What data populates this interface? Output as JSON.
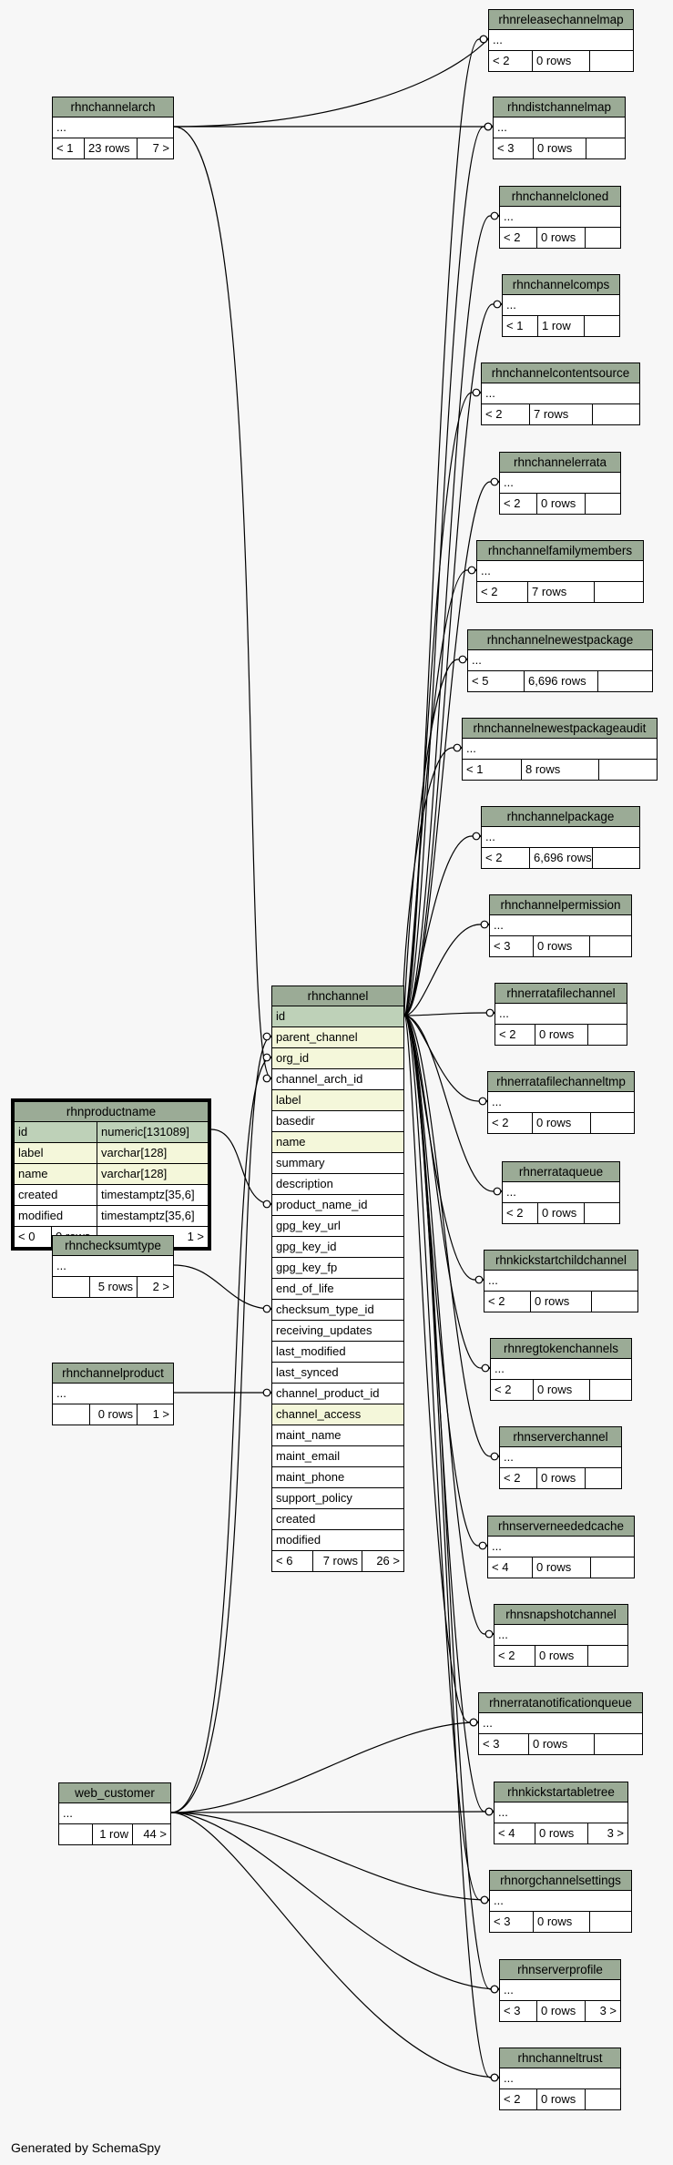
{
  "footer": "Generated by SchemaSpy",
  "main_table": {
    "name": "rhnchannel",
    "columns": [
      {
        "name": "id",
        "kind": "pk"
      },
      {
        "name": "parent_channel",
        "kind": "idx"
      },
      {
        "name": "org_id",
        "kind": "idx"
      },
      {
        "name": "channel_arch_id",
        "kind": "plain"
      },
      {
        "name": "label",
        "kind": "idx"
      },
      {
        "name": "basedir",
        "kind": "plain"
      },
      {
        "name": "name",
        "kind": "idx"
      },
      {
        "name": "summary",
        "kind": "plain"
      },
      {
        "name": "description",
        "kind": "plain"
      },
      {
        "name": "product_name_id",
        "kind": "plain"
      },
      {
        "name": "gpg_key_url",
        "kind": "plain"
      },
      {
        "name": "gpg_key_id",
        "kind": "plain"
      },
      {
        "name": "gpg_key_fp",
        "kind": "plain"
      },
      {
        "name": "end_of_life",
        "kind": "plain"
      },
      {
        "name": "checksum_type_id",
        "kind": "plain"
      },
      {
        "name": "receiving_updates",
        "kind": "plain"
      },
      {
        "name": "last_modified",
        "kind": "plain"
      },
      {
        "name": "last_synced",
        "kind": "plain"
      },
      {
        "name": "channel_product_id",
        "kind": "plain"
      },
      {
        "name": "channel_access",
        "kind": "idx"
      },
      {
        "name": "maint_name",
        "kind": "plain"
      },
      {
        "name": "maint_email",
        "kind": "plain"
      },
      {
        "name": "maint_phone",
        "kind": "plain"
      },
      {
        "name": "support_policy",
        "kind": "plain"
      },
      {
        "name": "created",
        "kind": "plain"
      },
      {
        "name": "modified",
        "kind": "plain"
      }
    ],
    "footer": [
      "< 6",
      "7 rows",
      "26 >"
    ]
  },
  "productname": {
    "name": "rhnproductname",
    "rows": [
      {
        "name": "id",
        "type": "numeric[131089]",
        "kind": "pk"
      },
      {
        "name": "label",
        "type": "varchar[128]",
        "kind": "idx"
      },
      {
        "name": "name",
        "type": "varchar[128]",
        "kind": "idx"
      },
      {
        "name": "created",
        "type": "timestamptz[35,6]",
        "kind": "plain"
      },
      {
        "name": "modified",
        "type": "timestamptz[35,6]",
        "kind": "plain"
      }
    ],
    "footer": [
      "< 0",
      "0 rows",
      "1 >"
    ]
  },
  "left_tables": [
    {
      "name": "rhnchannelarch",
      "dots": "...",
      "footer": [
        "< 1",
        "23 rows",
        "7 >"
      ]
    },
    {
      "name": "rhnchecksumtype",
      "dots": "...",
      "footer": [
        "",
        "5 rows",
        "2 >"
      ]
    },
    {
      "name": "rhnchannelproduct",
      "dots": "...",
      "footer": [
        "",
        "0 rows",
        "1 >"
      ]
    },
    {
      "name": "web_customer",
      "dots": "...",
      "footer": [
        "",
        "1 row",
        "44 >"
      ]
    }
  ],
  "right_tables": [
    {
      "name": "rhnreleasechannelmap",
      "dots": "...",
      "footer": [
        "< 2",
        "0 rows",
        ""
      ]
    },
    {
      "name": "rhndistchannelmap",
      "dots": "...",
      "footer": [
        "< 3",
        "0 rows",
        ""
      ]
    },
    {
      "name": "rhnchannelcloned",
      "dots": "...",
      "footer": [
        "< 2",
        "0 rows",
        ""
      ]
    },
    {
      "name": "rhnchannelcomps",
      "dots": "...",
      "footer": [
        "< 1",
        "1 row",
        ""
      ]
    },
    {
      "name": "rhnchannelcontentsource",
      "dots": "...",
      "footer": [
        "< 2",
        "7 rows",
        ""
      ]
    },
    {
      "name": "rhnchannelerrata",
      "dots": "...",
      "footer": [
        "< 2",
        "0 rows",
        ""
      ]
    },
    {
      "name": "rhnchannelfamilymembers",
      "dots": "...",
      "footer": [
        "< 2",
        "7 rows",
        ""
      ]
    },
    {
      "name": "rhnchannelnewestpackage",
      "dots": "...",
      "footer": [
        "< 5",
        "6,696 rows",
        ""
      ]
    },
    {
      "name": "rhnchannelnewestpackageaudit",
      "dots": "...",
      "footer": [
        "< 1",
        "8 rows",
        ""
      ]
    },
    {
      "name": "rhnchannelpackage",
      "dots": "...",
      "footer": [
        "< 2",
        "6,696 rows",
        ""
      ]
    },
    {
      "name": "rhnchannelpermission",
      "dots": "...",
      "footer": [
        "< 3",
        "0 rows",
        ""
      ]
    },
    {
      "name": "rhnerratafilechannel",
      "dots": "...",
      "footer": [
        "< 2",
        "0 rows",
        ""
      ]
    },
    {
      "name": "rhnerratafilechanneltmp",
      "dots": "...",
      "footer": [
        "< 2",
        "0 rows",
        ""
      ]
    },
    {
      "name": "rhnerrataqueue",
      "dots": "...",
      "footer": [
        "< 2",
        "0 rows",
        ""
      ]
    },
    {
      "name": "rhnkickstartchildchannel",
      "dots": "...",
      "footer": [
        "< 2",
        "0 rows",
        ""
      ]
    },
    {
      "name": "rhnregtokenchannels",
      "dots": "...",
      "footer": [
        "< 2",
        "0 rows",
        ""
      ]
    },
    {
      "name": "rhnserverchannel",
      "dots": "...",
      "footer": [
        "< 2",
        "0 rows",
        ""
      ]
    },
    {
      "name": "rhnserverneededcache",
      "dots": "...",
      "footer": [
        "< 4",
        "0 rows",
        ""
      ]
    },
    {
      "name": "rhnsnapshotchannel",
      "dots": "...",
      "footer": [
        "< 2",
        "0 rows",
        ""
      ]
    },
    {
      "name": "rhnerratanotificationqueue",
      "dots": "...",
      "footer": [
        "< 3",
        "0 rows",
        ""
      ]
    },
    {
      "name": "rhnkickstartabletree",
      "dots": "...",
      "footer": [
        "< 4",
        "0 rows",
        "3 >"
      ]
    },
    {
      "name": "rhnorgchannelsettings",
      "dots": "...",
      "footer": [
        "< 3",
        "0 rows",
        ""
      ]
    },
    {
      "name": "rhnserverprofile",
      "dots": "...",
      "footer": [
        "< 3",
        "0 rows",
        "3 >"
      ]
    },
    {
      "name": "rhnchanneltrust",
      "dots": "...",
      "footer": [
        "< 2",
        "0 rows",
        ""
      ]
    }
  ]
}
